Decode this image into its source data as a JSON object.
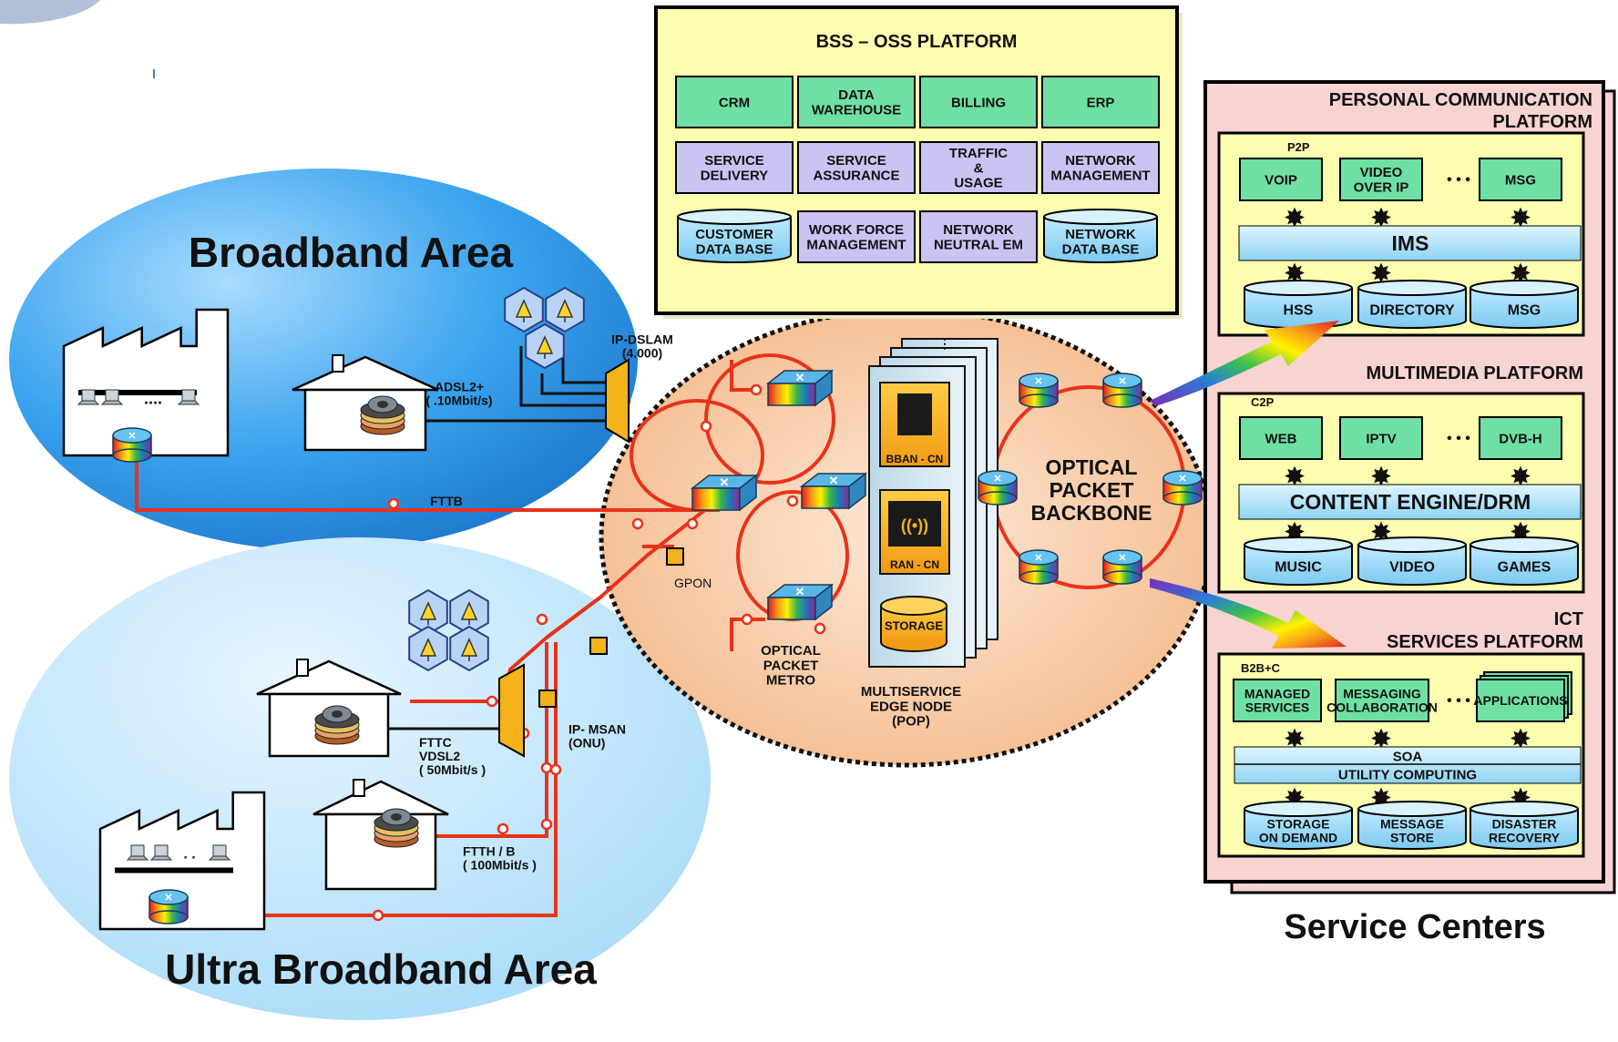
{
  "areas": {
    "broadband": "Broadband Area",
    "ultra": "Ultra Broadband Area",
    "service_centers": "Service Centers"
  },
  "bss": {
    "title": "BSS – OSS PLATFORM",
    "row1": [
      "CRM",
      "DATA\nWAREHOUSE",
      "BILLING",
      "ERP"
    ],
    "row2": [
      "SERVICE\nDELIVERY",
      "SERVICE\nASSURANCE",
      "TRAFFIC\n&\nUSAGE",
      "NETWORK\nMANAGEMENT"
    ],
    "row3": [
      "CUSTOMER\nDATA BASE",
      "WORK FORCE\nMANAGEMENT",
      "NETWORK\nNEUTRAL  EM",
      "NETWORK\nDATA BASE"
    ]
  },
  "pcp": {
    "title1": "PERSONAL COMMUNICATION",
    "title2": "PLATFORM",
    "tag": "P2P",
    "top": [
      "VOIP",
      "VIDEO\nOVER IP",
      "MSG"
    ],
    "bar": "IMS",
    "bottom": [
      "HSS",
      "DIRECTORY",
      "MSG"
    ]
  },
  "mmp": {
    "title": "MULTIMEDIA PLATFORM",
    "tag": "C2P",
    "top": [
      "WEB",
      "IPTV",
      "DVB-H"
    ],
    "bar": "CONTENT ENGINE/DRM",
    "bottom": [
      "MUSIC",
      "VIDEO",
      "GAMES"
    ]
  },
  "ict": {
    "title1": "ICT",
    "title2": "SERVICES PLATFORM",
    "tag": "B2B+C",
    "top": [
      "MANAGED\nSERVICES",
      "MESSAGING\nCOLLABORATION",
      "APPLICATIONS"
    ],
    "soa": "SOA",
    "utility": "UTILITY COMPUTING",
    "bottom": [
      "STORAGE\nON  DEMAND",
      "MESSAGE\nSTORE",
      "DISASTER\nRECOVERY"
    ]
  },
  "dots": "• • •",
  "labels": {
    "ip_dslam": "IP-DSLAM\n(4.000)",
    "adsl": "ADSL2+\n( .10Mbit/s)",
    "fttb": "FTTB",
    "gpon": "GPON",
    "ip_msan": "IP- MSAN\n(ONU)",
    "fttc": "FTTC\nVDSL2\n( 50Mbit/s )",
    "ftth": "FTTH / B\n( 100Mbit/s )",
    "metro": "OPTICAL\nPACKET\nMETRO",
    "edge": "MULTISERVICE\nEDGE NODE\n(POP)",
    "bban": "BBAN - CN",
    "ran": "RAN - CN",
    "storage": "STORAGE",
    "backbone": "OPTICAL\nPACKET\nBACKBONE",
    "dots4": "....",
    "dots2": ". ."
  },
  "colors": {
    "broadband_blue": "#3aa3ee",
    "ultra_blue": "#b3e0fa",
    "core_peach": "#f8c9a0",
    "fiber_red": "#e8321b",
    "platform_yellow": "#fdfdb0",
    "sc_pink": "#f7d3d1",
    "box_green": "#6fe0a4",
    "box_lavender": "#c9c4f2",
    "bar_cyan": "#aee2f8"
  }
}
